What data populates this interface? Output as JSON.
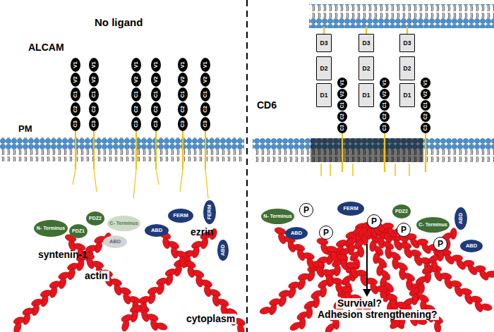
{
  "diagram": {
    "nodes": [
      {
        "text": [
          "V1"
        ]
      },
      {
        "text": [
          "V2"
        ]
      },
      {
        "text": [
          "C1"
        ]
      },
      {
        "text": [
          "C2"
        ]
      },
      {
        "text": [
          "C3"
        ]
      },
      {
        "text": [
          "V1"
        ]
      },
      {
        "text": [
          "V2"
        ]
      },
      {
        "text": [
          "C1"
        ]
      },
      {
        "text": [
          "C2"
        ]
      },
      {
        "text": [
          "C3"
        ]
      },
      {
        "text": [
          "V1"
        ]
      },
      {
        "text": [
          "V2"
        ]
      },
      {
        "text": [
          "C1"
        ]
      },
      {
        "text": [
          "C2"
        ]
      },
      {
        "text": [
          "C3"
        ]
      },
      {
        "text": [
          "V1"
        ]
      },
      {
        "text": [
          "V2"
        ]
      },
      {
        "text": [
          "C1"
        ]
      },
      {
        "text": [
          "C2"
        ]
      },
      {
        "text": [
          "C3"
        ]
      },
      {
        "text": [
          "V1"
        ]
      },
      {
        "text": [
          "V2"
        ]
      },
      {
        "text": [
          "C1"
        ]
      },
      {
        "text": [
          "C2"
        ]
      },
      {
        "text": [
          "C3"
        ]
      },
      {
        "text": [
          "V1"
        ]
      },
      {
        "text": [
          "V2"
        ]
      },
      {
        "text": [
          "C1"
        ]
      },
      {
        "text": [
          "C2"
        ]
      },
      {
        "text": [
          "C3"
        ]
      },
      {
        "text": [
          "N- Terminus"
        ]
      },
      {
        "text": [
          "PDZ1"
        ]
      },
      {
        "text": [
          "PDZ2"
        ]
      },
      {
        "text": [
          "ABD"
        ]
      },
      {
        "text": [
          "C- Terminus"
        ]
      },
      {
        "text": [
          "ABD"
        ]
      },
      {
        "text": [
          "FERM"
        ]
      },
      {
        "text": [
          "FERM"
        ]
      },
      {
        "text": [
          "ABD"
        ]
      },
      {
        "text": [
          "D3"
        ]
      },
      {
        "text": [
          "D2"
        ]
      },
      {
        "text": [
          "D1"
        ]
      },
      {
        "text": [
          "D3"
        ]
      },
      {
        "text": [
          "D2"
        ]
      },
      {
        "text": [
          "D1"
        ]
      },
      {
        "text": [
          "D3"
        ]
      },
      {
        "text": [
          "D2"
        ]
      },
      {
        "text": [
          "D1"
        ]
      },
      {
        "text": [
          "V1"
        ]
      },
      {
        "text": [
          "V2"
        ]
      },
      {
        "text": [
          "C1"
        ]
      },
      {
        "text": [
          "C2"
        ]
      },
      {
        "text": [
          "C3"
        ]
      },
      {
        "text": [
          "V1"
        ]
      },
      {
        "text": [
          "V2"
        ]
      },
      {
        "text": [
          "C1"
        ]
      },
      {
        "text": [
          "C2"
        ]
      },
      {
        "text": [
          "C3"
        ]
      },
      {
        "text": [
          "V1"
        ]
      },
      {
        "text": [
          "V2"
        ]
      },
      {
        "text": [
          "C1"
        ]
      },
      {
        "text": [
          "C2"
        ]
      },
      {
        "text": [
          "C3"
        ]
      },
      {
        "text": [
          "N- Terminus"
        ]
      },
      {
        "text": [
          "ABD"
        ]
      },
      {
        "text": [
          "FERM"
        ]
      },
      {
        "text": [
          "PDZ2"
        ]
      },
      {
        "text": [
          "C- Terminus"
        ]
      },
      {
        "text": [
          "ABD"
        ]
      },
      {
        "text": [
          "ABD"
        ]
      },
      {
        "text": [
          "P"
        ]
      },
      {
        "text": [
          "P"
        ]
      },
      {
        "text": [
          "P"
        ]
      },
      {
        "text": [
          "P"
        ]
      },
      {
        "text": [
          "P"
        ]
      }
    ],
    "labels": [
      "No ligand",
      "ALCAM",
      "PM",
      "syntenin-1",
      "ezrin",
      "actin",
      "cytoplasm",
      "CD6",
      "Survival?",
      "Adhesion strengthening?"
    ]
  }
}
